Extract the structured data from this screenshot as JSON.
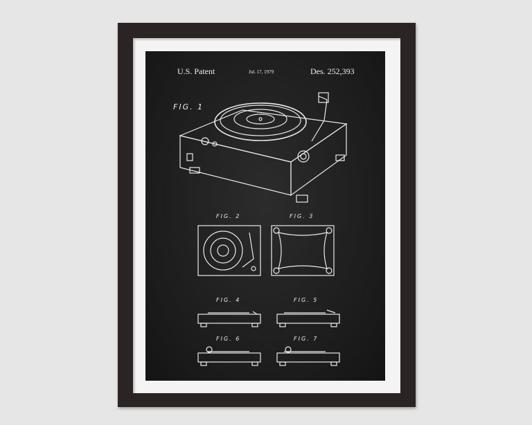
{
  "poster": {
    "header_left": "U.S. Patent",
    "header_date": "Jul. 17, 1979",
    "header_right": "Des. 252,393",
    "figures": [
      "FIG. 1",
      "FIG. 2",
      "FIG. 3",
      "FIG. 4",
      "FIG. 5",
      "FIG. 6",
      "FIG. 7"
    ]
  },
  "colors": {
    "background": "#e6e6e6",
    "frame": "#2a2524",
    "mat": "#f4f4f4",
    "board": "#1c1c1c",
    "ink": "#f0f0f0"
  }
}
